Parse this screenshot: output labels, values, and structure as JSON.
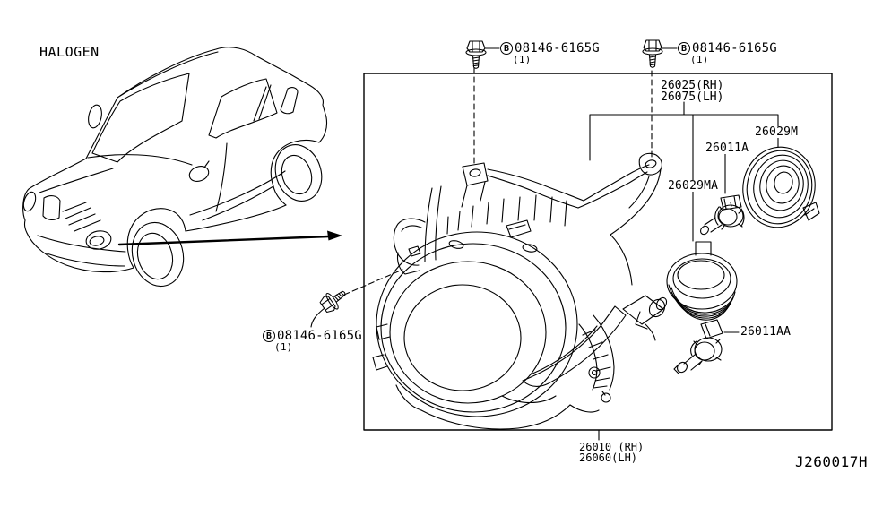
{
  "diagram": {
    "type_label": "HALOGEN",
    "code": "J260017H",
    "colors": {
      "line": "#000000",
      "background": "#ffffff"
    },
    "fasteners": {
      "top_left": {
        "prefix": "B",
        "part_number": "08146-6165G",
        "quantity": "(1)"
      },
      "top_right": {
        "prefix": "B",
        "part_number": "08146-6165G",
        "quantity": "(1)"
      },
      "side": {
        "prefix": "B",
        "part_number": "08146-6165G",
        "quantity": "(1)"
      }
    },
    "parts": {
      "headlamp_housing_rh": "26025(RH)",
      "headlamp_housing_lh": "26075(LH)",
      "bulb_cover": "26029M",
      "headlamp_bulb": "26011A",
      "seal_ring": "26029MA",
      "bulb_secondary": "26011AA",
      "headlamp_assy_rh": "26010 (RH)",
      "headlamp_assy_lh": "26060(LH)"
    }
  }
}
